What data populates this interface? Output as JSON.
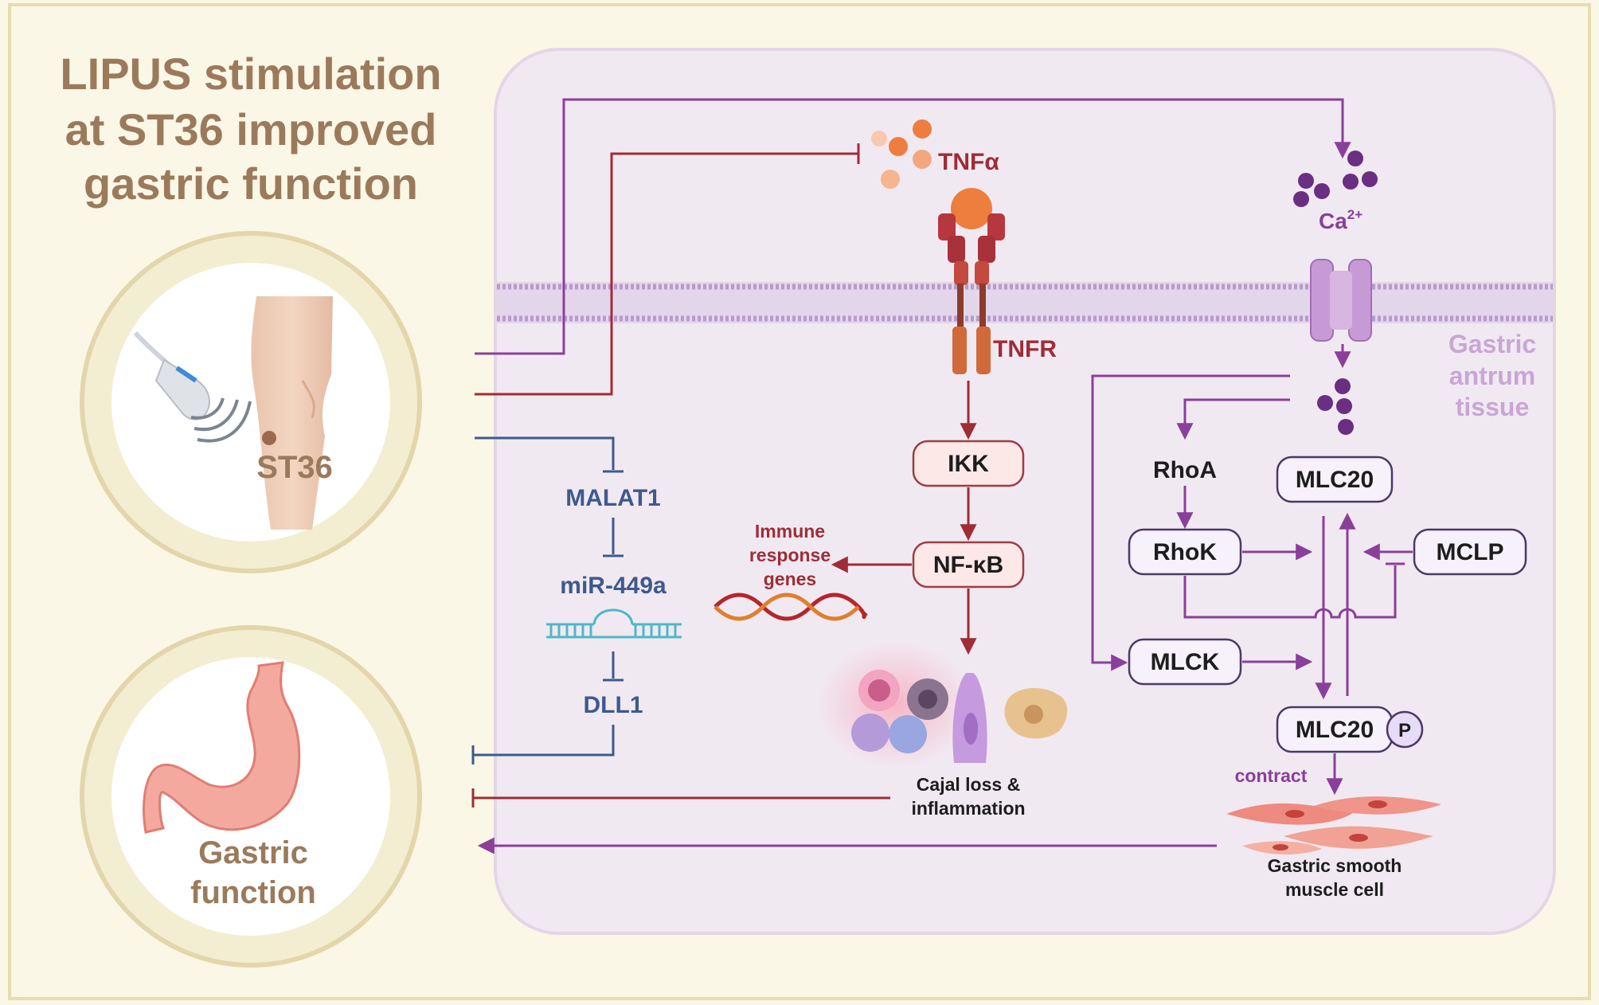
{
  "title": {
    "line1": "LIPUS stimulation",
    "line2": "at ST36 improved",
    "line3": "gastric function"
  },
  "left_panels": {
    "acupoint_label": "ST36",
    "stomach_label_line1": "Gastric",
    "stomach_label_line2": "function"
  },
  "tissue_label": {
    "line1": "Gastric",
    "line2": "antrum",
    "line3": "tissue"
  },
  "tnf_pathway": {
    "ligand": "TNFα",
    "receptor": "TNFR",
    "ikk": "IKK",
    "nfkb": "NF-κB",
    "immune_line1": "Immune",
    "immune_line2": "response",
    "immune_line3": "genes",
    "outcome_line1": "Cajal loss &",
    "outcome_line2": "inflammation"
  },
  "ncrna_pathway": {
    "malat1": "MALAT1",
    "mir": "miR-449a",
    "dll1": "DLL1"
  },
  "calcium_pathway": {
    "ion": "Ca",
    "ion_charge": "2+",
    "rhoa": "RhoA",
    "rhok": "RhoK",
    "mlc20": "MLC20",
    "mclp": "MCLP",
    "mlck": "MLCK",
    "mlc20p": "MLC20",
    "phospho": "P",
    "contract": "contract",
    "cell_line1": "Gastric smooth",
    "cell_line2": "muscle cell"
  },
  "colors": {
    "background": "#fbf7e6",
    "frame": "#e8dcb0",
    "title": "#9b7a5c",
    "cell_fill": "#f1e9f2",
    "purple_arrow": "#8a3f9a",
    "red_arrow": "#8e2a32",
    "blue_arrow": "#3d5a8c",
    "node_red_fill": "#fde8e8",
    "node_red_stroke": "#9e3c44",
    "node_purple_fill": "#f6f1fa",
    "node_purple_stroke": "#4a3a66",
    "tissue_label": "#c9a6d4"
  }
}
